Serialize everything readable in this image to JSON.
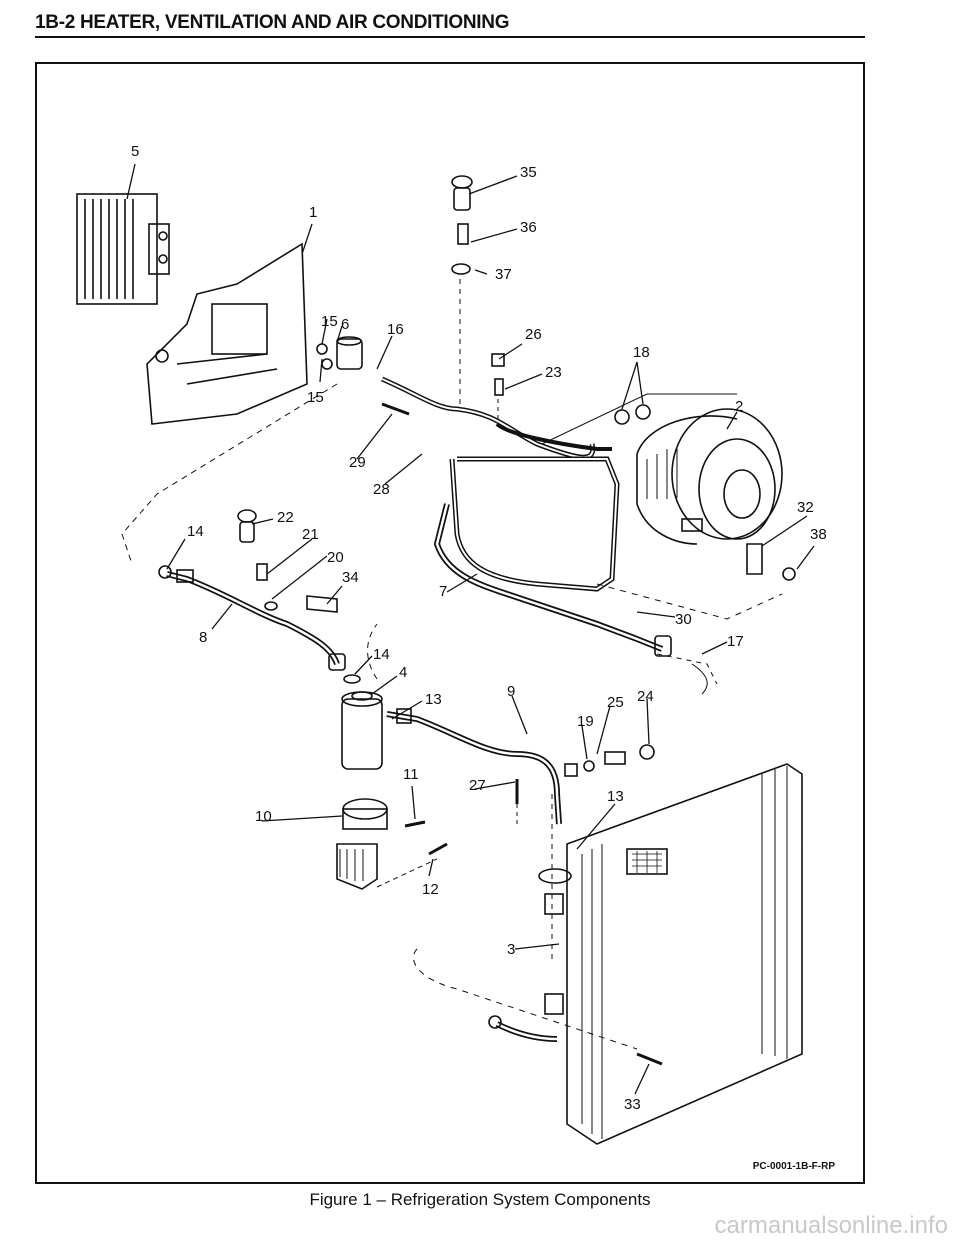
{
  "header": {
    "title": "1B-2 HEATER, VENTILATION AND AIR CONDITIONING"
  },
  "figure": {
    "caption": "Figure 1 – Refrigeration System Components",
    "code": "PC-0001-1B-F-RP",
    "callouts": [
      "5",
      "1",
      "35",
      "36",
      "37",
      "15",
      "6",
      "16",
      "26",
      "23",
      "18",
      "2",
      "15",
      "29",
      "28",
      "32",
      "38",
      "22",
      "14",
      "21",
      "20",
      "34",
      "7",
      "30",
      "17",
      "8",
      "14",
      "4",
      "13",
      "9",
      "25",
      "24",
      "19",
      "11",
      "27",
      "13",
      "10",
      "12",
      "3",
      "33"
    ]
  },
  "watermark": "carmanualsonline.info"
}
